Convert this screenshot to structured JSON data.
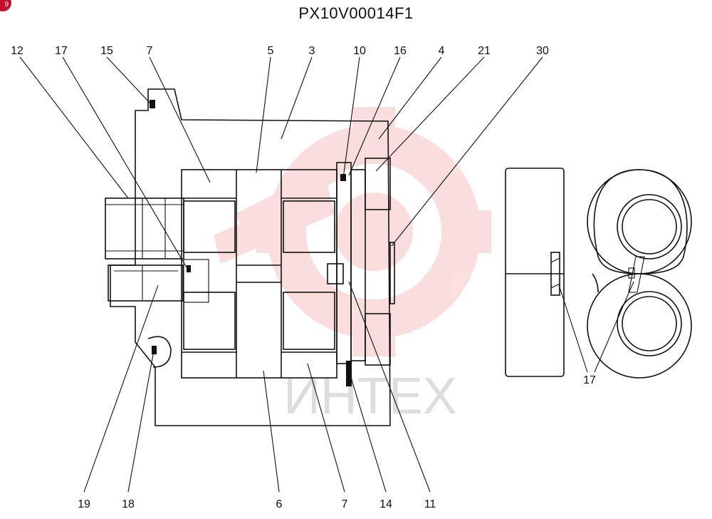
{
  "title": "PX10V00014F1",
  "corner_badge": "9",
  "watermark": {
    "text": "ИНТЕХ",
    "color": "#f2a8a8",
    "text_color": "#c9c9c9"
  },
  "callouts": {
    "top": [
      "12",
      "17",
      "15",
      "7",
      "5",
      "3",
      "10",
      "16",
      "4",
      "21",
      "30"
    ],
    "bottom": [
      "19",
      "18",
      "6",
      "7",
      "14",
      "11"
    ],
    "right": [
      "17"
    ]
  },
  "colors": {
    "line": "#111111",
    "background": "#ffffff",
    "badge": "#c8102e"
  }
}
